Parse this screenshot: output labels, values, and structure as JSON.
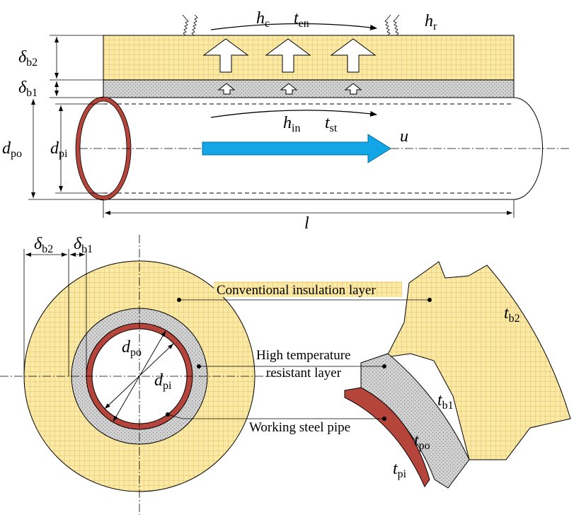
{
  "colors": {
    "insulation": "#fbe9a6",
    "insulation_grid": "#d9b24c",
    "resistant": "#d2d2d2",
    "steel": "#b5453a",
    "flow_arrow": "#13a6e6",
    "line": "#000000"
  },
  "pipe_side_view": {
    "heat_transfer": {
      "h_c": {
        "symbol": "h",
        "sub": "c"
      },
      "t_en": {
        "symbol": "t",
        "sub": "en"
      },
      "h_r": {
        "symbol": "h",
        "sub": "r"
      },
      "h_in": {
        "symbol": "h",
        "sub": "in"
      },
      "t_st": {
        "symbol": "t",
        "sub": "st"
      }
    },
    "flow_velocity": "u",
    "length": "l",
    "dims": {
      "delta_b2": {
        "symbol": "δ",
        "sub": "b2"
      },
      "delta_b1": {
        "symbol": "δ",
        "sub": "b1"
      },
      "d_po": {
        "symbol": "d",
        "sub": "po"
      },
      "d_pi": {
        "symbol": "d",
        "sub": "pi"
      }
    }
  },
  "cross_section": {
    "dims": {
      "delta_b2": {
        "symbol": "δ",
        "sub": "b2"
      },
      "delta_b1": {
        "symbol": "δ",
        "sub": "b1"
      },
      "d_po": {
        "symbol": "d",
        "sub": "po"
      },
      "d_pi": {
        "symbol": "d",
        "sub": "pi"
      }
    },
    "callouts": {
      "conventional": "Conventional insulation layer",
      "resistant_line1": "High temperature",
      "resistant_line2": "resistant layer",
      "steel": "Working steel pipe"
    },
    "temps": {
      "t_b2": {
        "symbol": "t",
        "sub": "b2"
      },
      "t_b1": {
        "symbol": "t",
        "sub": "b1"
      },
      "t_po": {
        "symbol": "t",
        "sub": "po"
      },
      "t_pi": {
        "symbol": "t",
        "sub": "pi"
      }
    }
  }
}
